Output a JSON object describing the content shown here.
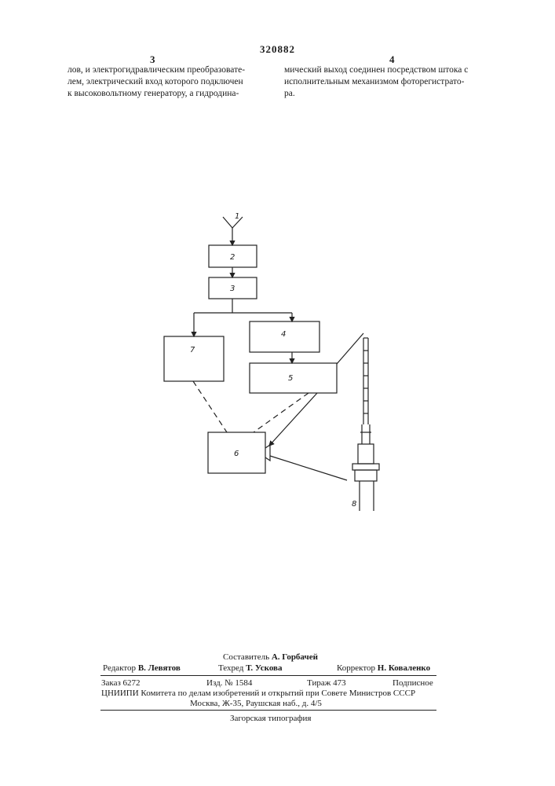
{
  "header": {
    "patent_number": "320882",
    "left_column_number": "3",
    "right_column_number": "4"
  },
  "body_text": {
    "left_lines": [
      "лов, и электрогидравлическим преобразовате-",
      "лем, электрический вход которого подключен",
      "к высоковольтному генератору, а гидродина-"
    ],
    "right_lines": [
      "мический выход соединен посредством штока с",
      "исполнительным механизмом фоторегистрато-",
      "ра."
    ]
  },
  "diagram": {
    "labels": [
      "1",
      "2",
      "3",
      "4",
      "5",
      "6",
      "7",
      "8"
    ]
  },
  "footer": {
    "compiler_label": "Составитель",
    "compiler_name": "А. Горбачей",
    "editor_label": "Редактор",
    "editor_name": "В. Левятов",
    "techred_label": "Техред",
    "techred_name": "Т. Ускова",
    "corrector_label": "Корректор",
    "corrector_name": "Н. Коваленко",
    "order": "Заказ 6272",
    "edition": "Изд. № 1584",
    "print_run": "Тираж 473",
    "subscription": "Подписное",
    "org_line1": "ЦНИИПИ Комитета по делам изобретений и открытий при Совете Министров СССР",
    "org_line2": "Москва, Ж-35, Раушская наб., д. 4/5",
    "printer": "Загорская типография"
  }
}
